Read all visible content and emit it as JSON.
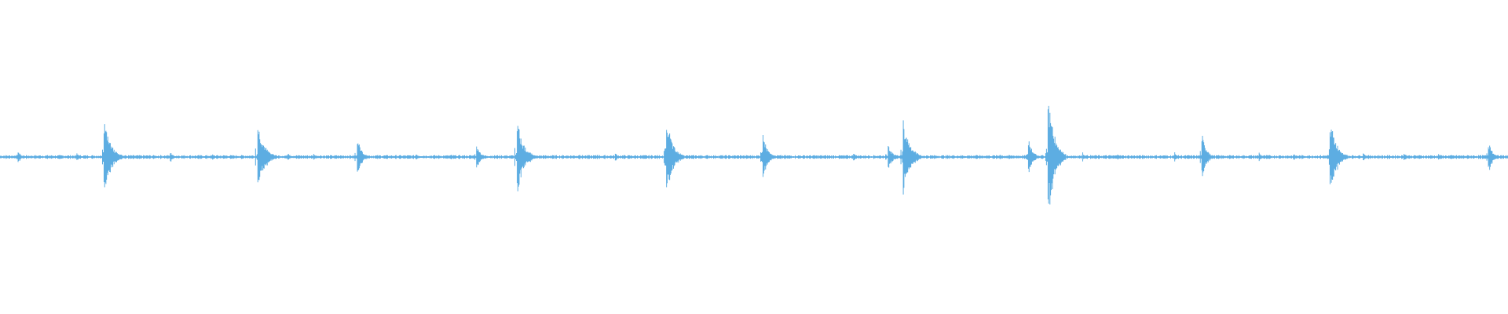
{
  "waveform": {
    "color": "#5dade2",
    "baseline_amplitude": 0.012,
    "peaks": [
      {
        "position": 0.012,
        "amplitude": 0.05,
        "type": "small"
      },
      {
        "position": 0.051,
        "amplitude": 0.03,
        "type": "small"
      },
      {
        "position": 0.069,
        "amplitude": 0.25,
        "type": "large"
      },
      {
        "position": 0.113,
        "amplitude": 0.04,
        "type": "small"
      },
      {
        "position": 0.141,
        "amplitude": 0.02,
        "type": "small"
      },
      {
        "position": 0.171,
        "amplitude": 0.22,
        "type": "large"
      },
      {
        "position": 0.191,
        "amplitude": 0.03,
        "type": "small"
      },
      {
        "position": 0.208,
        "amplitude": 0.025,
        "type": "small"
      },
      {
        "position": 0.237,
        "amplitude": 0.13,
        "type": "medium"
      },
      {
        "position": 0.276,
        "amplitude": 0.02,
        "type": "small"
      },
      {
        "position": 0.299,
        "amplitude": 0.02,
        "type": "small"
      },
      {
        "position": 0.316,
        "amplitude": 0.08,
        "type": "medium"
      },
      {
        "position": 0.343,
        "amplitude": 0.24,
        "type": "large"
      },
      {
        "position": 0.384,
        "amplitude": 0.02,
        "type": "small"
      },
      {
        "position": 0.396,
        "amplitude": 0.02,
        "type": "small"
      },
      {
        "position": 0.408,
        "amplitude": 0.03,
        "type": "small"
      },
      {
        "position": 0.442,
        "amplitude": 0.25,
        "type": "large"
      },
      {
        "position": 0.491,
        "amplitude": 0.02,
        "type": "small"
      },
      {
        "position": 0.506,
        "amplitude": 0.16,
        "type": "medium"
      },
      {
        "position": 0.566,
        "amplitude": 0.03,
        "type": "small"
      },
      {
        "position": 0.589,
        "amplitude": 0.08,
        "type": "medium"
      },
      {
        "position": 0.599,
        "amplitude": 0.25,
        "type": "large"
      },
      {
        "position": 0.663,
        "amplitude": 0.02,
        "type": "small"
      },
      {
        "position": 0.682,
        "amplitude": 0.12,
        "type": "medium"
      },
      {
        "position": 0.695,
        "amplitude": 0.4,
        "type": "large"
      },
      {
        "position": 0.718,
        "amplitude": 0.03,
        "type": "small"
      },
      {
        "position": 0.741,
        "amplitude": 0.025,
        "type": "small"
      },
      {
        "position": 0.779,
        "amplitude": 0.03,
        "type": "small"
      },
      {
        "position": 0.797,
        "amplitude": 0.17,
        "type": "medium"
      },
      {
        "position": 0.835,
        "amplitude": 0.03,
        "type": "small"
      },
      {
        "position": 0.858,
        "amplitude": 0.02,
        "type": "small"
      },
      {
        "position": 0.882,
        "amplitude": 0.25,
        "type": "large"
      },
      {
        "position": 0.904,
        "amplitude": 0.03,
        "type": "small"
      },
      {
        "position": 0.931,
        "amplitude": 0.035,
        "type": "small"
      },
      {
        "position": 0.954,
        "amplitude": 0.02,
        "type": "small"
      },
      {
        "position": 0.987,
        "amplitude": 0.1,
        "type": "medium"
      }
    ]
  }
}
